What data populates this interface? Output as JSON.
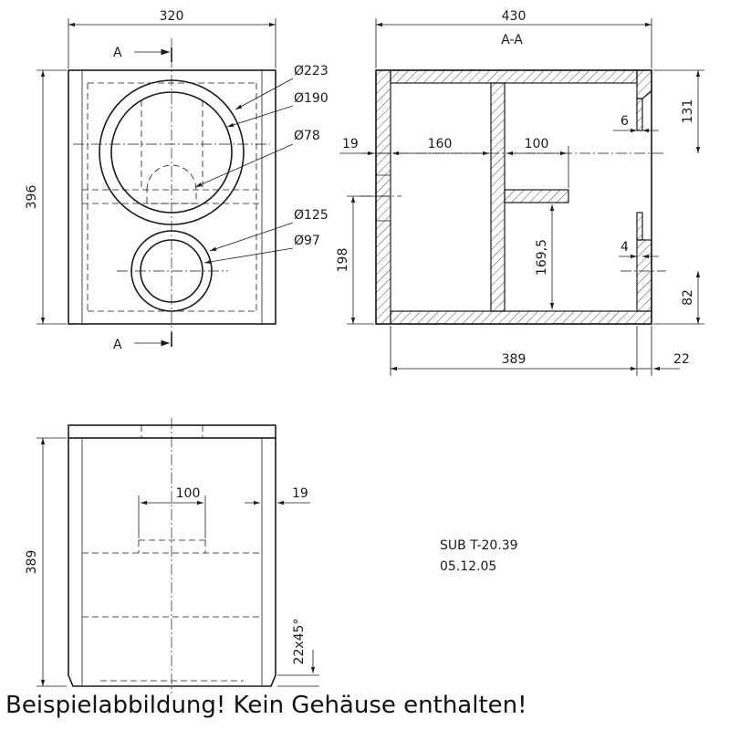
{
  "front_view": {
    "width": "320",
    "height": "396",
    "section_label": "A",
    "d_outer": "Ø223",
    "d_cutout": "Ø190",
    "d_small": "Ø78",
    "d_port_outer": "Ø125",
    "d_port_inner": "Ø97"
  },
  "section_view": {
    "width": "430",
    "title": "A-A",
    "t19": "19",
    "d160": "160",
    "d100": "100",
    "h131": "131",
    "t6": "6",
    "h198": "198",
    "h169": "169,5",
    "t4": "4",
    "h82": "82",
    "w389": "389",
    "w22": "22"
  },
  "bottom_view": {
    "height": "389",
    "w100": "100",
    "t19": "19",
    "chamfer": "22x45°"
  },
  "title_block": {
    "model": "SUB T-20.39",
    "date": "05.12.05"
  },
  "disclaimer": "Beispielabbildung! Kein Gehäuse enthalten!",
  "colors": {
    "line": "#1a1a1a",
    "background": "#ffffff"
  }
}
